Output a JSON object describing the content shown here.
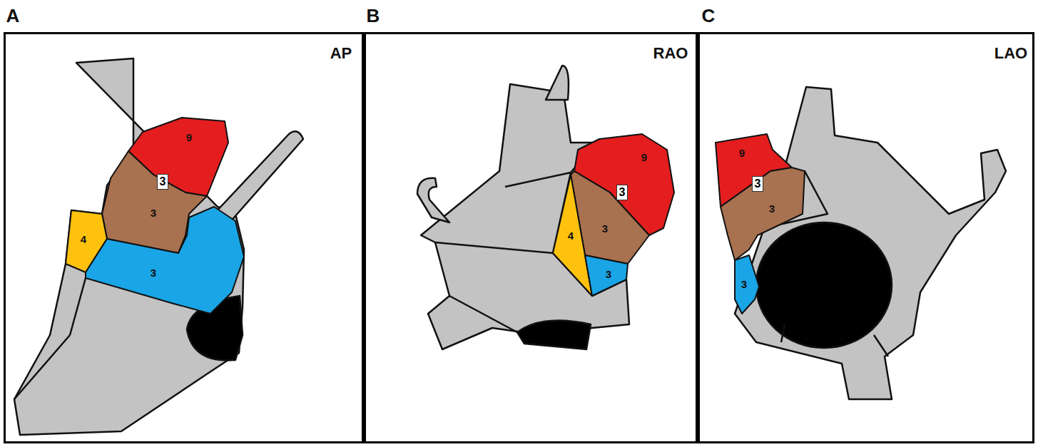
{
  "diagram": {
    "nodes": [
      {
        "text": [
          "A",
          "AP"
        ]
      },
      {
        "text": [
          "9"
        ],
        "in": 0
      },
      {
        "text": [
          "3"
        ],
        "in": 0
      },
      {
        "text": [
          "4"
        ],
        "in": 0
      },
      {
        "text": [
          "3"
        ],
        "in": 0
      },
      {
        "text": [
          "B",
          "RAO"
        ]
      },
      {
        "text": [
          "9"
        ],
        "in": 5
      },
      {
        "text": [
          "3"
        ],
        "in": 5
      },
      {
        "text": [
          "4"
        ],
        "in": 5
      },
      {
        "text": [
          "3"
        ],
        "in": 5
      },
      {
        "text": [
          "C",
          "LAO"
        ]
      },
      {
        "text": [
          "9"
        ],
        "in": 10
      },
      {
        "text": [
          "3"
        ],
        "in": 10
      },
      {
        "text": [
          "3"
        ],
        "in": 10
      }
    ],
    "labels": [
      "3",
      "3",
      "3"
    ]
  }
}
